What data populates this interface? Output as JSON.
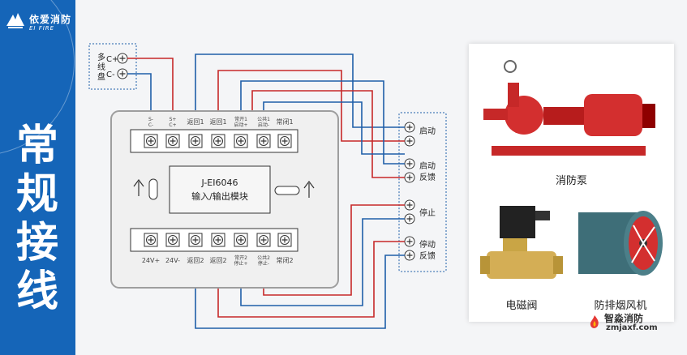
{
  "brand": {
    "name_cn": "依爱消防",
    "name_en": "EI FIRE"
  },
  "sidebar_title": [
    "常",
    "规",
    "接",
    "线"
  ],
  "module": {
    "model": "J-EI6046",
    "name": "输入/输出模块",
    "top_labels": [
      "S-\nC-",
      "S+\nC+",
      "返回1",
      "返回1",
      "常开1\n启动+",
      "公共1\n启动-",
      "常闭1"
    ],
    "bottom_labels": [
      "24V+",
      "24V-",
      "返回2",
      "返回2",
      "常开2\n停止+",
      "公共2\n停止-",
      "常闭2"
    ]
  },
  "bus": {
    "label": "多\n线\n盘",
    "plus": "C+",
    "minus": "C-"
  },
  "device_terminals": [
    "启动",
    "启动",
    "反馈",
    "停止",
    "停动",
    "反馈"
  ],
  "products": [
    {
      "name": "消防泵",
      "icon": "fire-pump-photo"
    },
    {
      "name": "电磁阀",
      "icon": "solenoid-valve-photo"
    },
    {
      "name": "防排烟风机",
      "icon": "smoke-exhaust-fan-photo"
    }
  ],
  "watermark": {
    "name": "智淼消防",
    "url": "zmjaxf.com"
  },
  "colors": {
    "sidebar": "#1565b8",
    "wire_red": "#c62828",
    "wire_blue": "#1e5ea8",
    "dashed": "#1e5ea8"
  }
}
